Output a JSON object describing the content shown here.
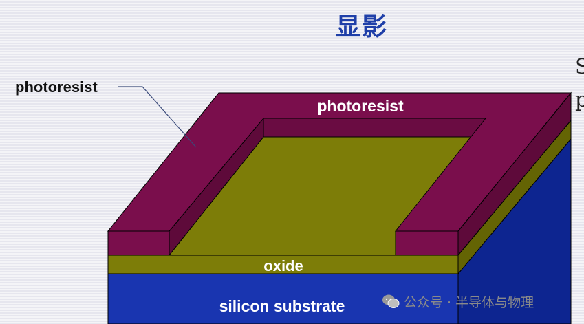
{
  "title": "显影",
  "labels": {
    "photoresist_callout": "photoresist",
    "photoresist_top": "photoresist",
    "oxide": "oxide",
    "substrate": "silicon substrate"
  },
  "edge_fragments": [
    "S",
    "p"
  ],
  "watermark": {
    "icon": "wechat-icon",
    "text": "公众号 · 半导体与物理"
  },
  "colors": {
    "photoresist": "#7a0e4c",
    "oxide": "#7d7d08",
    "substrate": "#1935b0",
    "title": "#1f3fa8"
  }
}
